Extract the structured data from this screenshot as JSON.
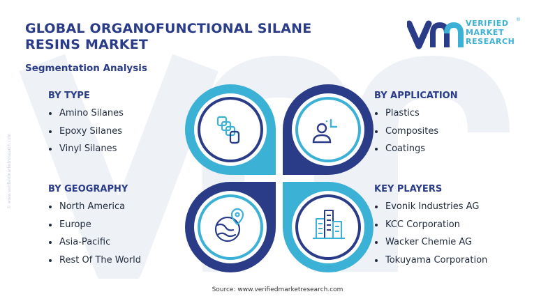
{
  "title_line1": "GLOBAL ORGANOFUNCTIONAL SILANE",
  "title_line2": "RESINS MARKET",
  "subtitle": "Segmentation Analysis",
  "logo": {
    "line1": "VERIFIED",
    "line2": "MARKET",
    "line3": "RESEARCH",
    "reg_mark": "®",
    "colors": {
      "dark": "#2a3c87",
      "light": "#3cb1d6"
    }
  },
  "segments": {
    "type": {
      "heading": "BY TYPE",
      "items": [
        "Amino Silanes",
        "Epoxy Silanes",
        "Vinyl Silanes"
      ]
    },
    "application": {
      "heading": "BY APPLICATION",
      "items": [
        "Plastics",
        "Composites",
        "Coatings"
      ]
    },
    "geography": {
      "heading": "BY GEOGRAPHY",
      "items": [
        "North America",
        "Europe",
        "Asia-Pacific",
        "Rest Of The World"
      ]
    },
    "players": {
      "heading": "KEY PLAYERS",
      "items": [
        "Evonik Industries AG",
        "KCC Corporation",
        "Wacker Chemie AG",
        "Tokuyama Corporation"
      ]
    }
  },
  "quadrant_icons": [
    "blocks-icon",
    "person-chart-icon",
    "globe-pin-icon",
    "buildings-icon"
  ],
  "source": "Source: www.verifiedmarketresearch.com",
  "side_note": "© www.verifiedmarketresearch.com",
  "colors": {
    "navy": "#2a3c87",
    "cyan": "#3cb1d6",
    "text": "#1f2a3c",
    "watermark": "#eef1f6"
  }
}
